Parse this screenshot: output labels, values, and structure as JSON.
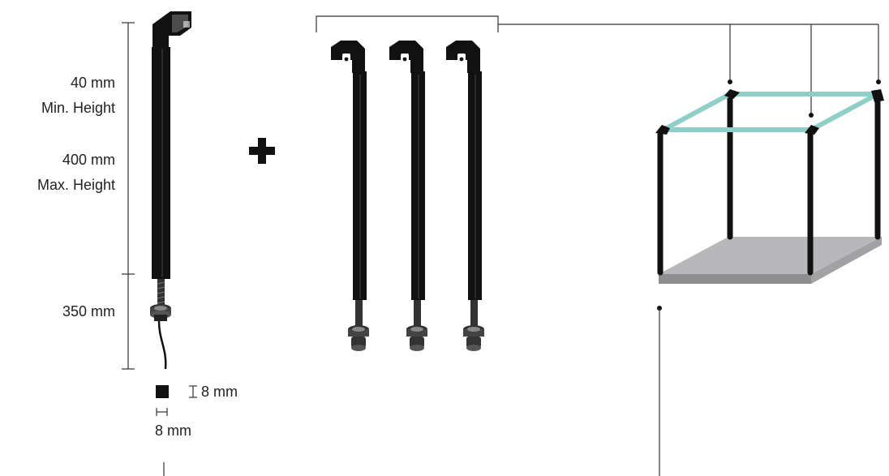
{
  "dimensions": {
    "min_height_value": "40 mm",
    "min_height_label": "Min. Height",
    "max_height_value": "400 mm",
    "max_height_label": "Max. Height",
    "thread_length": "350 mm",
    "profile_height": "8 mm",
    "profile_width": "8 mm"
  },
  "colors": {
    "leg": "#111111",
    "frame_top": "#8fcfc8",
    "base_top": "#b8b8bb",
    "base_side": "#8e8e91",
    "line": "#333333"
  },
  "icons": {
    "plus": "plus-icon",
    "cross_section": "square-profile-icon"
  }
}
